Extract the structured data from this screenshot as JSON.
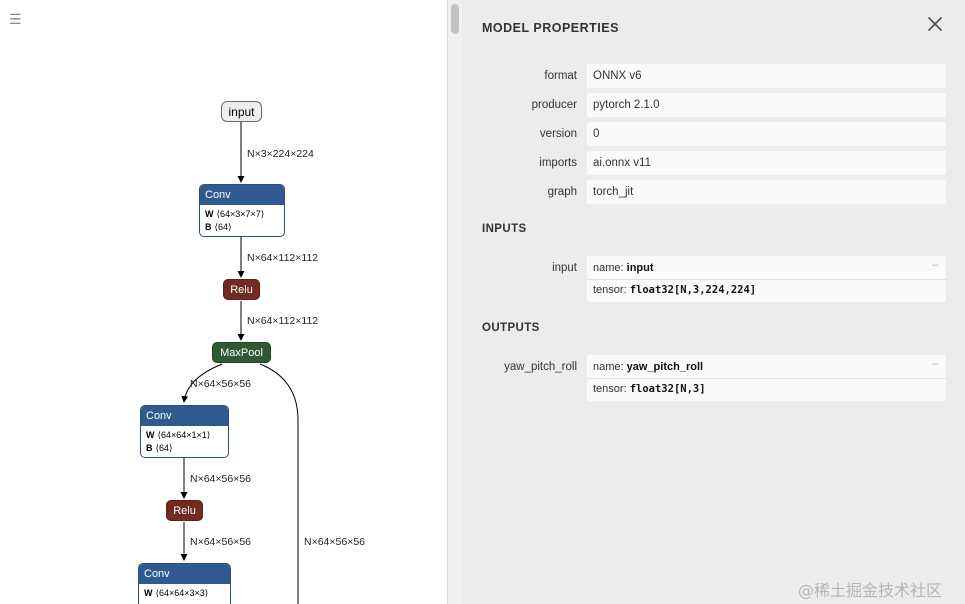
{
  "graph": {
    "menu_icon": "hamburger-menu-icon",
    "nodes": {
      "input": "input",
      "conv1": {
        "title": "Conv",
        "w_label": "W",
        "w_shape": "⟨64×3×7×7⟩",
        "b_label": "B",
        "b_shape": "⟨64⟩"
      },
      "relu1": "Relu",
      "maxpool": "MaxPool",
      "conv2": {
        "title": "Conv",
        "w_label": "W",
        "w_shape": "⟨64×64×1×1⟩",
        "b_label": "B",
        "b_shape": "⟨64⟩"
      },
      "relu2": "Relu",
      "conv3": {
        "title": "Conv",
        "w_label": "W",
        "w_shape": "⟨64×64×3×3⟩"
      }
    },
    "edges": {
      "e1": "N×3×224×224",
      "e2": "N×64×112×112",
      "e3": "N×64×112×112",
      "e4": "N×64×56×56",
      "e5": "N×64×56×56",
      "e6": "N×64×56×56",
      "e7": "N×64×56×56"
    }
  },
  "sidebar": {
    "title": "MODEL PROPERTIES",
    "close_icon": "close-icon",
    "properties": [
      {
        "label": "format",
        "value": "ONNX v6"
      },
      {
        "label": "producer",
        "value": "pytorch 2.1.0"
      },
      {
        "label": "version",
        "value": "0"
      },
      {
        "label": "imports",
        "value": "ai.onnx v11"
      },
      {
        "label": "graph",
        "value": "torch_jit"
      }
    ],
    "inputs": {
      "title": "INPUTS",
      "label": "input",
      "name_key": "name:",
      "name_value": "input",
      "tensor_key": "tensor:",
      "tensor_value": "float32[N,3,224,224]",
      "expand": "–"
    },
    "outputs": {
      "title": "OUTPUTS",
      "label": "yaw_pitch_roll",
      "name_key": "name:",
      "name_value": "yaw_pitch_roll",
      "tensor_key": "tensor:",
      "tensor_value": "float32[N,3]",
      "expand": "–"
    }
  },
  "watermark": "@稀土掘金技术社区",
  "colors": {
    "conv_header": "#2e5a8f",
    "relu": "#722a22",
    "maxpool": "#2f5a34",
    "sidebar_bg": "#ececec"
  }
}
